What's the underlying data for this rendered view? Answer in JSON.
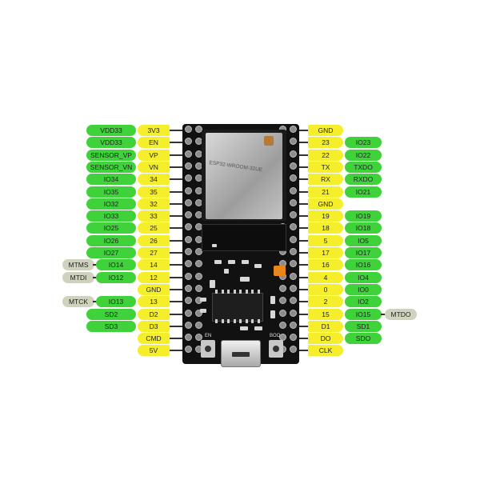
{
  "board": {
    "module_text": "ESP32-WROOM-32UE",
    "en_label": "EN",
    "boot_label": "BOO"
  },
  "left_pins": [
    {
      "func": "VDD33",
      "name": "3V3",
      "extra": ""
    },
    {
      "func": "VDD33",
      "name": "EN",
      "extra": ""
    },
    {
      "func": "SENSOR_VP",
      "name": "VP",
      "extra": ""
    },
    {
      "func": "SENSOR_VN",
      "name": "VN",
      "extra": ""
    },
    {
      "func": "IO34",
      "name": "34",
      "extra": ""
    },
    {
      "func": "IO35",
      "name": "35",
      "extra": ""
    },
    {
      "func": "IO32",
      "name": "32",
      "extra": ""
    },
    {
      "func": "IO33",
      "name": "33",
      "extra": ""
    },
    {
      "func": "IO25",
      "name": "25",
      "extra": ""
    },
    {
      "func": "IO26",
      "name": "26",
      "extra": ""
    },
    {
      "func": "IO27",
      "name": "27",
      "extra": ""
    },
    {
      "func": "IO14",
      "name": "14",
      "extra": "MTMS"
    },
    {
      "func": "IO12",
      "name": "12",
      "extra": "MTDI"
    },
    {
      "func": "",
      "name": "GND",
      "extra": ""
    },
    {
      "func": "IO13",
      "name": "13",
      "extra": "MTCK"
    },
    {
      "func": "SD2",
      "name": "D2",
      "extra": ""
    },
    {
      "func": "SD3",
      "name": "D3",
      "extra": ""
    },
    {
      "func": "",
      "name": "CMD",
      "extra": ""
    },
    {
      "func": "",
      "name": "5V",
      "extra": ""
    }
  ],
  "right_pins": [
    {
      "name": "GND",
      "func": "",
      "extra": ""
    },
    {
      "name": "23",
      "func": "IO23",
      "extra": ""
    },
    {
      "name": "22",
      "func": "IO22",
      "extra": ""
    },
    {
      "name": "TX",
      "func": "TXDO",
      "extra": ""
    },
    {
      "name": "RX",
      "func": "RXDO",
      "extra": ""
    },
    {
      "name": "21",
      "func": "IO21",
      "extra": ""
    },
    {
      "name": "GND",
      "func": "",
      "extra": ""
    },
    {
      "name": "19",
      "func": "IO19",
      "extra": ""
    },
    {
      "name": "18",
      "func": "IO18",
      "extra": ""
    },
    {
      "name": "5",
      "func": "IO5",
      "extra": ""
    },
    {
      "name": "17",
      "func": "IO17",
      "extra": ""
    },
    {
      "name": "16",
      "func": "IO16",
      "extra": ""
    },
    {
      "name": "4",
      "func": "IO4",
      "extra": ""
    },
    {
      "name": "0",
      "func": "IO0",
      "extra": ""
    },
    {
      "name": "2",
      "func": "IO2",
      "extra": ""
    },
    {
      "name": "15",
      "func": "IO15",
      "extra": "MTDO"
    },
    {
      "name": "D1",
      "func": "SD1",
      "extra": ""
    },
    {
      "name": "DO",
      "func": "SDO",
      "extra": ""
    },
    {
      "name": "CLK",
      "func": "",
      "extra": ""
    }
  ],
  "colors": {
    "function_label": "#3fd23a",
    "pin_label": "#f5ef2b",
    "jtag_label": "#cfd3bd",
    "board": "#111111"
  }
}
